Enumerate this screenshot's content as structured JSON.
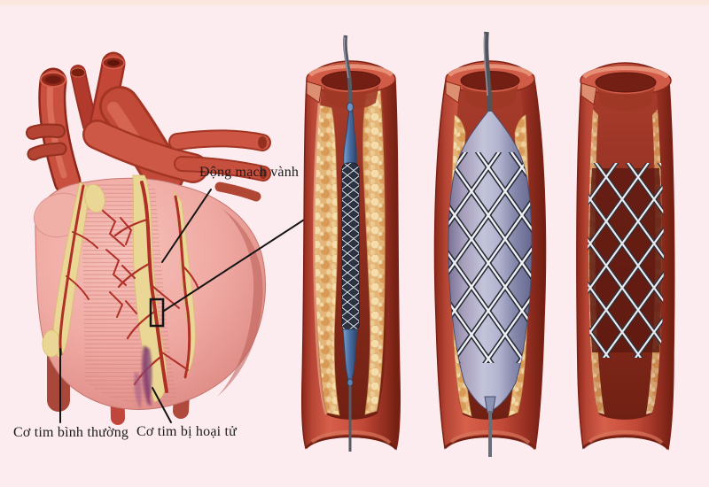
{
  "figure": {
    "kind": "medical-illustration",
    "subject": "coronary-artery-stent-angioplasty"
  },
  "labels": {
    "coronary_artery": "Động mạch vành",
    "normal_heart_muscle": "Cơ tim bình thường",
    "necrotic_heart_muscle": "Cơ tim bị hoại tử"
  },
  "panels": [
    {
      "name": "narrowed-artery-with-collapsed-stent-on-catheter"
    },
    {
      "name": "balloon-inflated-expanding-stent"
    },
    {
      "name": "deployed-stent-open-artery"
    }
  ],
  "colors": {
    "background": "#fdecef",
    "top_strip": "#fbe7e0",
    "artery_wall": "#cc5440",
    "artery_wall_dark": "#6e1d10",
    "lumen": "#8c2d1e",
    "plaque": "#e3b579",
    "balloon": "#b2b4cf",
    "balloon_catheter_blue": "#4a6fa5",
    "stent_wire_light": "#eef0f4",
    "stent_wire_dark": "#262a35",
    "catheter_gray": "#565a64",
    "heart_muscle": "#efa9a2",
    "heart_vessel_red": "#c24a39",
    "fat_yellow": "#ead795",
    "necrosis_purple": "#8a4474",
    "annotation": "#151515"
  }
}
